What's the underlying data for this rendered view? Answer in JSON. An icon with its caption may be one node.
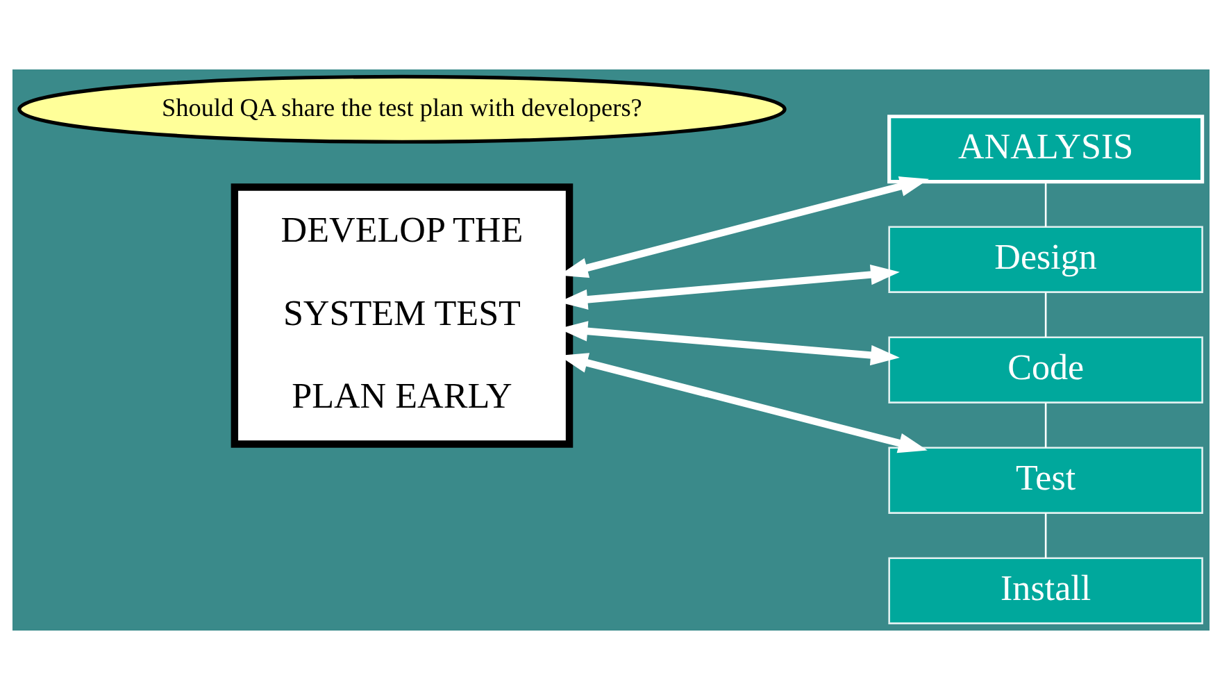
{
  "diagram": {
    "nodes": [
      {
        "text": [
          "DEVELOP THE",
          "SYSTEM TEST",
          "PLAN EARLY"
        ]
      },
      {
        "text": [
          "ANALYSIS"
        ]
      },
      {
        "text": [
          "Design"
        ]
      },
      {
        "text": [
          "Code"
        ]
      },
      {
        "text": [
          "Test"
        ]
      },
      {
        "text": [
          "Install"
        ]
      },
      {
        "text": [
          "Should QA share the test plan with developers?"
        ]
      }
    ],
    "edges": [
      {
        "from": 0,
        "to": 1,
        "arrow": "both",
        "style": "thick"
      },
      {
        "from": 0,
        "to": 2,
        "arrow": "both",
        "style": "thick"
      },
      {
        "from": 0,
        "to": 3,
        "arrow": "both",
        "style": "thick"
      },
      {
        "from": 0,
        "to": 4,
        "arrow": "both",
        "style": "thick"
      },
      {
        "from": 1,
        "to": 2,
        "arrow": "none"
      },
      {
        "from": 2,
        "to": 3,
        "arrow": "none"
      },
      {
        "from": 3,
        "to": 4,
        "arrow": "none"
      },
      {
        "from": 4,
        "to": 5,
        "arrow": "none"
      }
    ]
  }
}
